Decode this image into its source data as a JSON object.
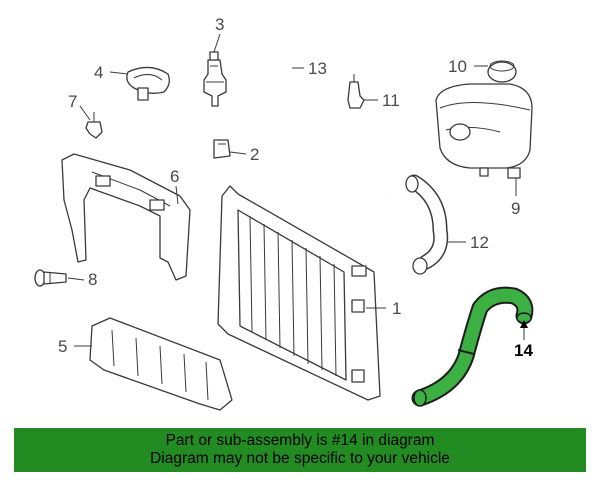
{
  "callouts": {
    "c1": "1",
    "c2": "2",
    "c3": "3",
    "c4": "4",
    "c5": "5",
    "c6": "6",
    "c7": "7",
    "c8": "8",
    "c9": "9",
    "c10": "10",
    "c11": "11",
    "c12": "12",
    "c13": "13",
    "c14": "14"
  },
  "highlight_part": "14",
  "colors": {
    "highlight": "#3cb043",
    "banner": "#228b22",
    "line": "#3a3a3a"
  },
  "banner": {
    "line1": "Part or sub-assembly is #14 in diagram",
    "line2": "Diagram may not be specific to your vehicle"
  }
}
